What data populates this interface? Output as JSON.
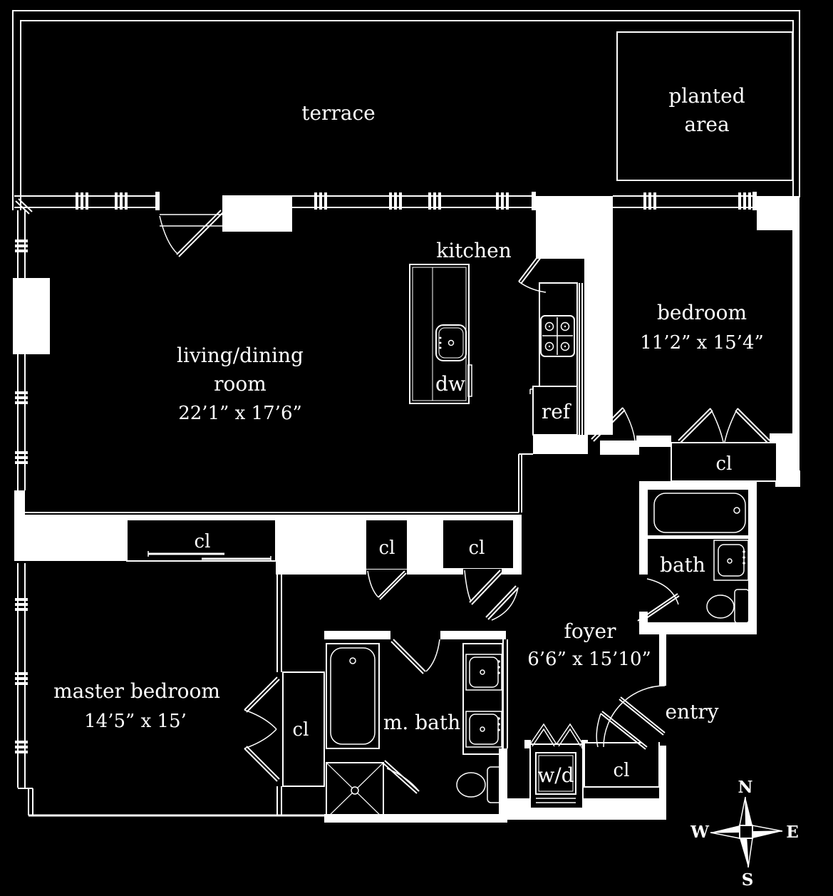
{
  "colors": {
    "background": "#000000",
    "line": "#ffffff",
    "text": "#ffffff"
  },
  "labels": {
    "terrace": "terrace",
    "planted_line1": "planted",
    "planted_line2": "area",
    "kitchen": "kitchen",
    "living_line1": "living/dining",
    "living_line2": "room",
    "living_dims": "22’1” x 17’6”",
    "bedroom": "bedroom",
    "bedroom_dims": "11’2” x 15’4”",
    "master_bedroom": "master bedroom",
    "master_dims": "14’5” x 15’",
    "master_bath": "m. bath",
    "bath": "bath",
    "foyer": "foyer",
    "foyer_dims": "6’6” x 15’10”",
    "entry": "entry",
    "dishwasher": "dw",
    "refrigerator": "ref",
    "washer_dryer": "w/d",
    "cl_master_wall": "cl",
    "cl_hall_1": "cl",
    "cl_hall_2": "cl",
    "cl_bedroom": "cl",
    "cl_master_walkin": "cl",
    "cl_foyer": "cl"
  },
  "compass": {
    "n": "N",
    "e": "E",
    "s": "S",
    "w": "W"
  }
}
